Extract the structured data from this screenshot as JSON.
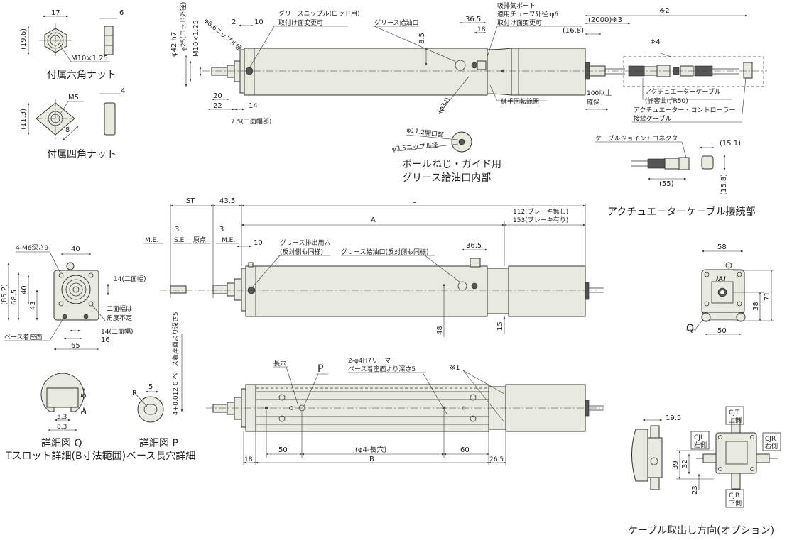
{
  "hex_nut": {
    "w": "17",
    "t": "6",
    "h": "(19.6)",
    "thread": "M10×1.25",
    "caption": "付属六角ナット"
  },
  "square_nut": {
    "thread": "M5",
    "t": "4",
    "h": "(11.3)",
    "w": "8",
    "caption": "付属四角ナット"
  },
  "top_view": {
    "rod_dia": "φ42 h7",
    "rod_outer": "φ25(ロッド外径)",
    "rod_thread": "M10×1.25",
    "nipple_dia": "φ6.6ニップル径",
    "d2": "2",
    "d10": "10",
    "grease_nipple": [
      "グリースニップル(ロッド用)",
      "取付け面変更可"
    ],
    "grease_port": "グリース給油口",
    "d85": "8.5",
    "d365": "36.5",
    "d18": "18",
    "air_port": [
      "吸排気ポート",
      "適用チューブ外径:φ6",
      "取付け面変更可"
    ],
    "d168": "(16.8)",
    "d20": "20",
    "d22": "22",
    "d14": "14",
    "flats": "7.5(二面幅部)",
    "d34": "(φ34)",
    "joint_range": "継手回転範囲",
    "d100": [
      "100以上",
      "確保"
    ],
    "cable_total": "※2",
    "cable_len": "(2000)※3",
    "note4": "※4",
    "actuator_cable": [
      "アクチュエーターケーブル",
      "(許容曲げR50)"
    ],
    "controller_cable": [
      "アクチュエーター・コントローラー",
      "接続ケーブル"
    ]
  },
  "grease_detail": {
    "opening": "φ11.2開口部",
    "nipple": "φ3.5ニップル径",
    "caption": [
      "ボールねじ・ガイド用",
      "グリース給油口内部"
    ]
  },
  "cable_joint": {
    "label": "ケーブルジョイントコネクター",
    "d151": "(15.1)",
    "d55": "(55)",
    "d158": "(15.8)",
    "caption": "アクチュエーターケーブル接続部"
  },
  "side_view": {
    "st": "ST",
    "d435": "43.5",
    "L": "L",
    "A": "A",
    "motor_len": [
      "112(ブレーキ無し)",
      "153(ブレーキ有り)"
    ],
    "me": "M.E.",
    "se": "S.E.",
    "origin": "原点",
    "d3": "3",
    "d10": "10",
    "grease_drain": [
      "グリース排出用穴",
      "(反対側も同様)"
    ],
    "grease_port": "グリース給油口(反対側も同様)",
    "d365": "36.5",
    "d48": "48",
    "d15": "15"
  },
  "end_view": {
    "tap": "4-M6深さ9",
    "d40": "40",
    "d852": "(85.2)",
    "d685": "68.5",
    "d40v": "40",
    "d43": "43",
    "flats1": "14(二面幅)",
    "flats_note": [
      "二面幅は",
      "角度不定"
    ],
    "flats2": "14(二面幅)",
    "d16": "16",
    "d65": "65",
    "base": "ベース着座面"
  },
  "detail_q": {
    "d5": "5",
    "d2": "2",
    "d53": "5.3",
    "d83": "8.3",
    "caption": [
      "詳細図 Q",
      "Tスロット詳細(B寸法範囲)"
    ]
  },
  "detail_p": {
    "d5": "5",
    "r": "R",
    "depth": "4+0.012 0 ベース着座面より深さ5",
    "caption": [
      "詳細図 P",
      "ベース長穴詳細"
    ]
  },
  "bottom_view": {
    "slot": "長穴",
    "p": "P",
    "reamer": [
      "2-φ4H7リーマー",
      "ベース着座面より深さ5"
    ],
    "note1": "※1",
    "d18": "18",
    "d50": "50",
    "J": "J(φ4-長穴)",
    "d60": "60",
    "B": "B",
    "d265": "26.5"
  },
  "motor_end": {
    "d58": "58",
    "d71": "71",
    "d38": "38",
    "d50": "50",
    "q": "Q",
    "logo": "IAI"
  },
  "cable_option": {
    "d195": "19.5",
    "cjt": [
      "CJT",
      "上側"
    ],
    "cjl": [
      "CJL",
      "左側"
    ],
    "cjr": [
      "CJR",
      "右側"
    ],
    "cjb": [
      "CJB",
      "下側"
    ],
    "d39": "39",
    "d32": "32",
    "d23": "23",
    "caption": "ケーブル取出し方向(オプション)"
  }
}
